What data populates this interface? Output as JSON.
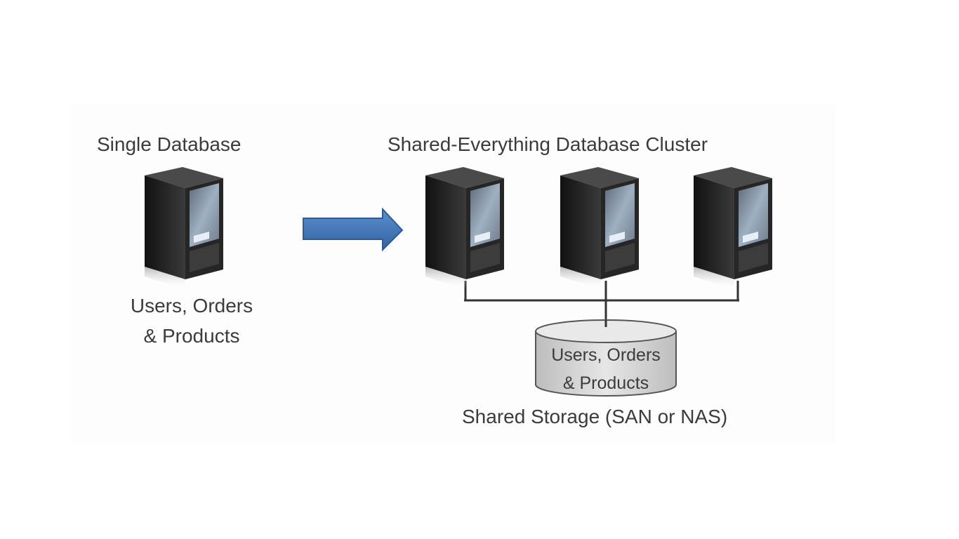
{
  "left_section": {
    "title": "Single Database",
    "data_line1": "Users, Orders",
    "data_line2": "& Products"
  },
  "right_section": {
    "title": "Shared-Everything Database Cluster",
    "storage_line1": "Users, Orders",
    "storage_line2": "& Products",
    "storage_caption": "Shared Storage (SAN or NAS)"
  },
  "colors": {
    "arrow": "#3f72b0",
    "server_body": "#2b2b2b",
    "connector": "#333333",
    "storage": "#d8d8d8"
  },
  "icons": [
    "server-icon",
    "right-arrow-icon",
    "storage-cylinder-icon"
  ]
}
